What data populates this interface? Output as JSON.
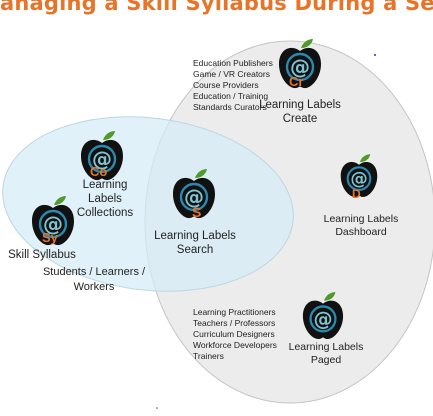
{
  "title": "anaging a Skill Syllabus During a Se",
  "colors": {
    "title": "#e8742a",
    "apple": "#111111",
    "leaf": "#4f9a2a",
    "ring": "#2a8ab0",
    "at_sign": "#7fc3d2",
    "code_letters": "#e8742a",
    "large_ellipse_fill": "#ededed",
    "small_ellipse_fill": "#d9eef8"
  },
  "nodes": {
    "create": {
      "icon": "apple-icon",
      "code": "Cr",
      "label_line1": "Learning Labels",
      "label_line2": "Create",
      "audience": [
        "Education Publishers",
        "Game / VR Creators",
        "Course Providers",
        "Education / Training",
        "Standards Curators"
      ]
    },
    "collections": {
      "icon": "apple-icon",
      "code": "Co",
      "label_line1": "Learning",
      "label_line2": "Labels",
      "label_line3": "Collections"
    },
    "search": {
      "icon": "apple-icon",
      "code": "S",
      "label_line1": "Learning Labels",
      "label_line2": "Search"
    },
    "dashboard": {
      "icon": "apple-icon",
      "code": "D",
      "label_line1": "Learning Labels",
      "label_line2": "Dashboard"
    },
    "skill_syllabus": {
      "icon": "apple-icon",
      "code": "Sy",
      "label": "Skill Syllabus"
    },
    "paged": {
      "icon": "apple-icon",
      "code": "",
      "label_line1": "Learning Labels",
      "label_line2": "Paged",
      "audience": [
        "Learning Practitioners",
        "Teachers / Professors",
        "Curriculum Designers",
        "Workforce Developers",
        "Trainers"
      ]
    }
  },
  "students_line1": "Students / Learners /",
  "students_line2": "Workers"
}
